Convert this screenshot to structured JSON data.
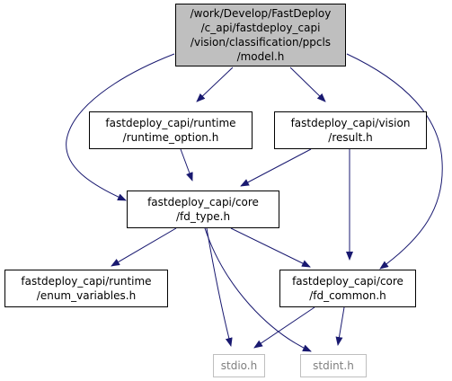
{
  "colors": {
    "edge": "#191970",
    "root_fill": "#bfbfbf",
    "system_border": "#bfbfbf",
    "system_text": "#7f7f7f"
  },
  "nodes": {
    "model_h": {
      "lines": [
        "/work/Develop/FastDeploy",
        "/c_api/fastdeploy_capi",
        "/vision/classification/ppcls",
        "/model.h"
      ]
    },
    "runtime_option": {
      "lines": [
        "fastdeploy_capi/runtime",
        "/runtime_option.h"
      ]
    },
    "vision_result": {
      "lines": [
        "fastdeploy_capi/vision",
        "/result.h"
      ]
    },
    "fd_type": {
      "lines": [
        "fastdeploy_capi/core",
        "/fd_type.h"
      ]
    },
    "enum_variables": {
      "lines": [
        "fastdeploy_capi/runtime",
        "/enum_variables.h"
      ]
    },
    "fd_common": {
      "lines": [
        "fastdeploy_capi/core",
        "/fd_common.h"
      ]
    },
    "stdio": {
      "lines": [
        "stdio.h"
      ]
    },
    "stdint": {
      "lines": [
        "stdint.h"
      ]
    }
  },
  "edges": [
    [
      "model_h",
      "runtime_option"
    ],
    [
      "model_h",
      "vision_result"
    ],
    [
      "model_h",
      "fd_type"
    ],
    [
      "model_h",
      "fd_common"
    ],
    [
      "runtime_option",
      "fd_type"
    ],
    [
      "vision_result",
      "fd_type"
    ],
    [
      "vision_result",
      "fd_common"
    ],
    [
      "fd_type",
      "enum_variables"
    ],
    [
      "fd_type",
      "fd_common"
    ],
    [
      "fd_type",
      "stdio"
    ],
    [
      "fd_type",
      "stdint"
    ],
    [
      "fd_common",
      "stdio"
    ],
    [
      "fd_common",
      "stdint"
    ]
  ]
}
